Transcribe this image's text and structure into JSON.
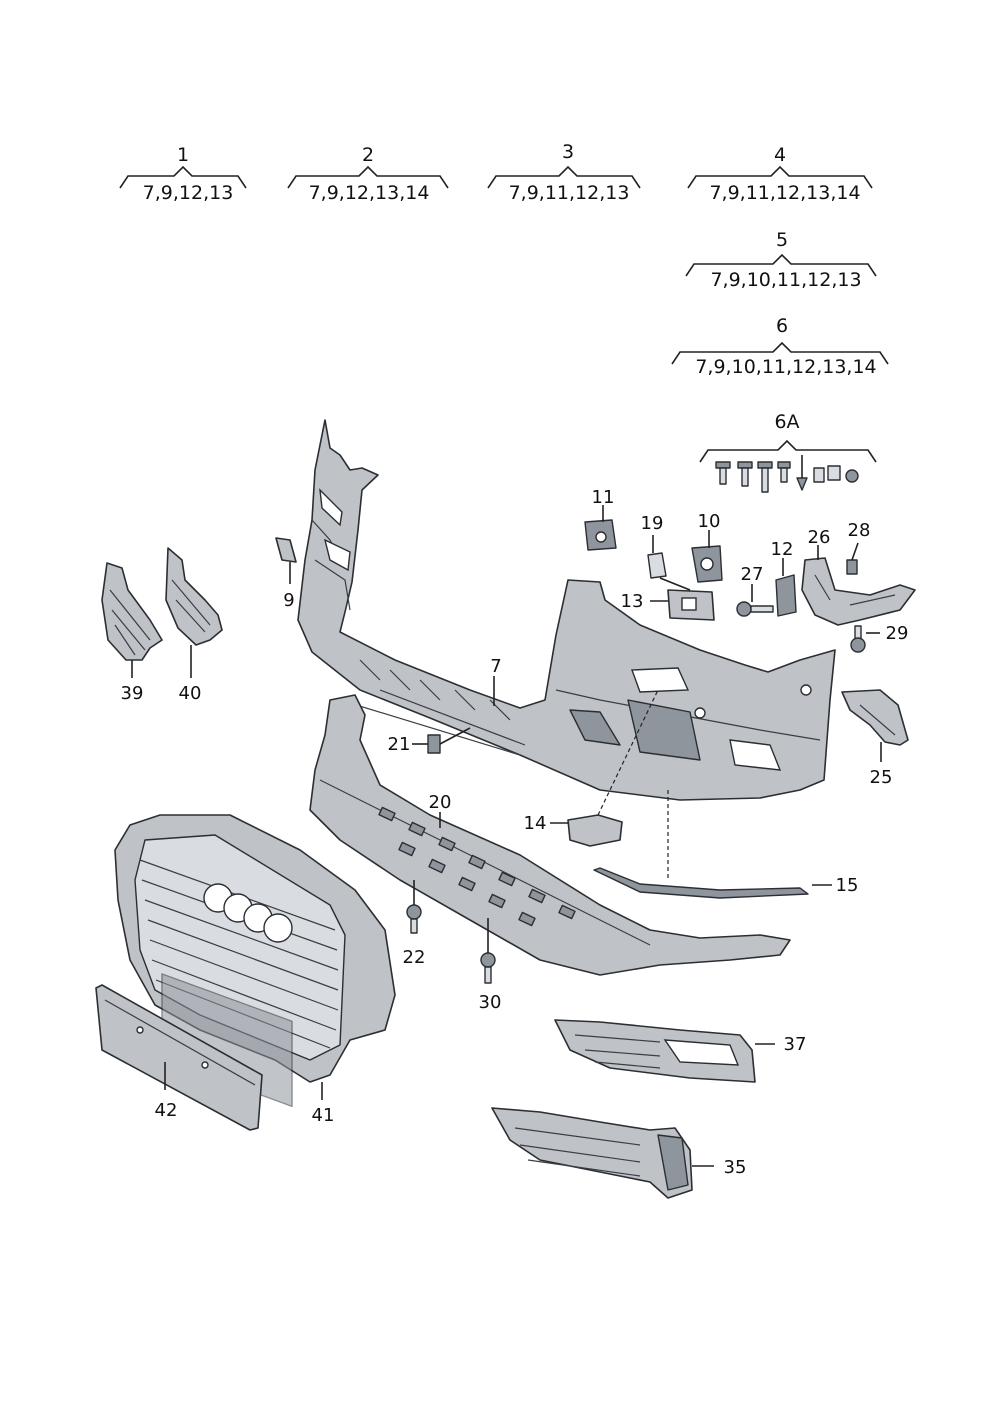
{
  "groups": [
    {
      "number": "1",
      "items": "7,9,12,13"
    },
    {
      "number": "2",
      "items": "7,9,12,13,14"
    },
    {
      "number": "3",
      "items": "7,9,11,12,13"
    },
    {
      "number": "4",
      "items": "7,9,11,12,13,14"
    },
    {
      "number": "5",
      "items": "7,9,10,11,12,13"
    },
    {
      "number": "6",
      "items": "7,9,10,11,12,13,14"
    },
    {
      "number": "6A",
      "items": ""
    }
  ],
  "parts": [
    {
      "number": "7"
    },
    {
      "number": "9"
    },
    {
      "number": "10"
    },
    {
      "number": "11"
    },
    {
      "number": "12"
    },
    {
      "number": "13"
    },
    {
      "number": "14"
    },
    {
      "number": "15"
    },
    {
      "number": "19"
    },
    {
      "number": "20"
    },
    {
      "number": "21"
    },
    {
      "number": "22"
    },
    {
      "number": "25"
    },
    {
      "number": "26"
    },
    {
      "number": "27"
    },
    {
      "number": "28"
    },
    {
      "number": "29"
    },
    {
      "number": "30"
    },
    {
      "number": "35"
    },
    {
      "number": "37"
    },
    {
      "number": "39"
    },
    {
      "number": "40"
    },
    {
      "number": "41"
    },
    {
      "number": "42"
    }
  ]
}
